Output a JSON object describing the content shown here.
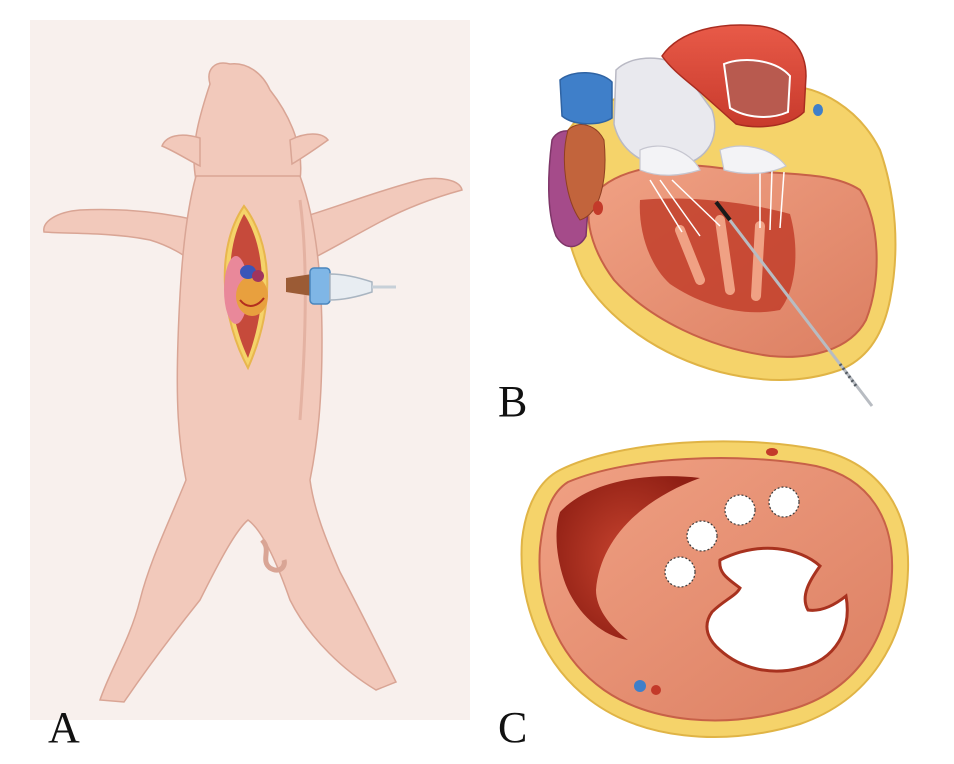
{
  "panels": {
    "a": {
      "label": "A"
    },
    "b": {
      "label": "B"
    },
    "c": {
      "label": "C"
    }
  },
  "colors": {
    "skin": "#f2c9bb",
    "skin_shadow": "#e3ab9b",
    "backdrop": "#f7eeea",
    "myocardium": "#e99274",
    "myocardium_dark": "#c9553b",
    "cavity": "#b02a1c",
    "fat": "#f5d36a",
    "aorta": "#e0503e",
    "vein_blue": "#3f7fc9",
    "atrium_purple": "#a54b8a",
    "valve_white": "#e9e9ee",
    "probe_blue": "#7fb6e6"
  },
  "icons": {
    "pig": "pig-illustration-icon",
    "probe": "ultrasound-probe-icon",
    "heart_long_axis": "heart-long-axis-section-icon",
    "catheter": "catheter-needle-icon",
    "heart_short_axis": "heart-short-axis-section-icon",
    "injection_site": "injection-site-circle-icon"
  }
}
